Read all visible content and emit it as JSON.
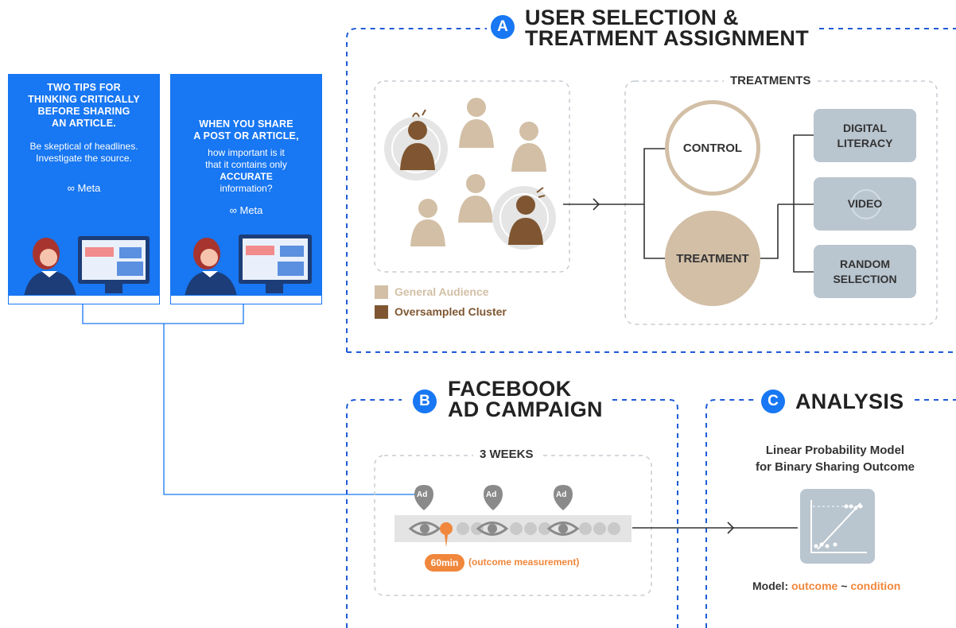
{
  "ads": [
    {
      "heading": [
        "TWO TIPS FOR",
        "THINKING CRITICALLY",
        "BEFORE SHARING",
        "AN ARTICLE."
      ],
      "body": [
        "Be skeptical of headlines.",
        "Investigate the source."
      ],
      "brand": "Meta"
    },
    {
      "heading": [
        "WHEN YOU SHARE",
        "A POST OR ARTICLE,"
      ],
      "body": [
        "how important is it",
        "that it contains only"
      ],
      "emphasis": "ACCURATE",
      "tail": "information?",
      "brand": "Meta"
    }
  ],
  "section_a": {
    "letter": "A",
    "title_1": "USER SELECTION &",
    "title_2": "TREATMENT ASSIGNMENT",
    "treatments_label": "TREATMENTS",
    "control": "CONTROL",
    "treatment": "TREATMENT",
    "treatment_options": [
      "DIGITAL LITERACY",
      "VIDEO",
      "RANDOM SELECTION"
    ],
    "legend": [
      {
        "label": "General Audience",
        "color": "#d2bfa6"
      },
      {
        "label": "Oversampled Cluster",
        "color": "#7f5631"
      }
    ]
  },
  "section_b": {
    "letter": "B",
    "title_1": "FACEBOOK",
    "title_2": "AD CAMPAIGN",
    "duration": "3 WEEKS",
    "ad_pin": "Ad",
    "pill": "60min",
    "pill_note": "(outcome measurement)"
  },
  "section_c": {
    "letter": "C",
    "title": "ANALYSIS",
    "model_line1": "Linear Probability Model",
    "model_line2": "for Binary Sharing Outcome",
    "formula_prefix": "Model:",
    "formula_outcome": "outcome",
    "formula_tilde": "~",
    "formula_condition": "condition"
  },
  "colors": {
    "accent": "#1877f2",
    "orange": "#f0873c",
    "tan": "#d2bfa6",
    "brown": "#7f5631",
    "gray_box": "#b9c5cf"
  }
}
